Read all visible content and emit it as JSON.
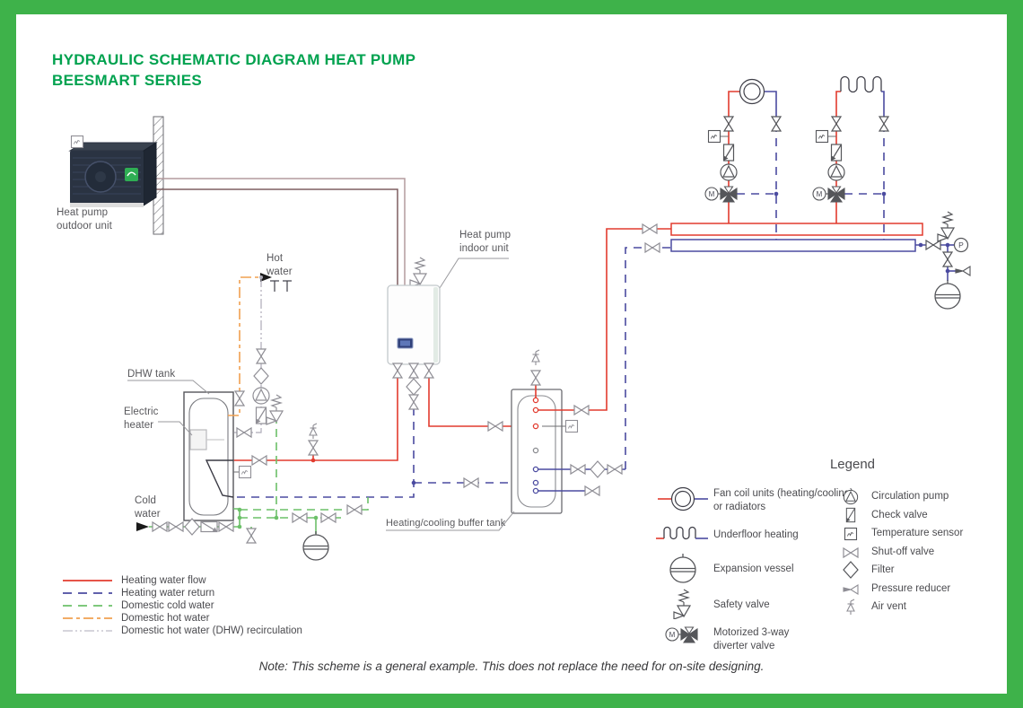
{
  "title": {
    "line1": "HYDRAULIC SCHEMATIC DIAGRAM HEAT PUMP",
    "line2": "BEESMART SERIES"
  },
  "diagram": {
    "labels": {
      "outdoor_unit": "Heat pump outdoor unit",
      "indoor_unit": "Heat pump indoor unit",
      "hot_water": "Hot water",
      "cold_water": "Cold water",
      "dhw_tank": "DHW tank",
      "electric_heater": "Electric heater",
      "buffer_tank": "Heating/cooling buffer tank"
    }
  },
  "symbols": {
    "motor_letter": "M",
    "gauge_letter": "P"
  },
  "legend": {
    "title": "Legend",
    "left": [
      {
        "id": "fan-coil",
        "label": "Fan coil units (heating/cooling) or radiators"
      },
      {
        "id": "underfloor-heating",
        "label": "Underfloor heating"
      },
      {
        "id": "expansion-vessel",
        "label": "Expansion vessel"
      },
      {
        "id": "safety-valve",
        "label": "Safety valve"
      },
      {
        "id": "motorized-3way-valve",
        "label": "Motorized 3-way diverter valve"
      }
    ],
    "right": [
      {
        "id": "circulation-pump",
        "label": "Circulation pump"
      },
      {
        "id": "check-valve",
        "label": "Check valve"
      },
      {
        "id": "temperature-sensor",
        "label": "Temperature sensor"
      },
      {
        "id": "shut-off-valve",
        "label": "Shut-off valve"
      },
      {
        "id": "filter",
        "label": "Filter"
      },
      {
        "id": "pressure-reducer",
        "label": "Pressure reducer"
      },
      {
        "id": "air-vent",
        "label": "Air vent"
      }
    ]
  },
  "line_legend": [
    {
      "label": "Heating water flow",
      "color": "#E23B2E",
      "style": "solid"
    },
    {
      "label": "Heating water return",
      "color": "#4B4BA0",
      "style": "dashed"
    },
    {
      "label": "Domestic cold water",
      "color": "#6CC069",
      "style": "dashed"
    },
    {
      "label": "Domestic hot water",
      "color": "#F0A050",
      "style": "dashdot"
    },
    {
      "label": "Domestic hot water (DHW) recirculation",
      "color": "#ADABB8",
      "style": "fine"
    }
  ],
  "note": "Note: This scheme is a general example. This does not replace the need for on-site designing.",
  "colors": {
    "frame": "#3EB24A",
    "title": "#00A24F",
    "heating_flow": "#E23B2E",
    "heating_return": "#4B4BA0",
    "cold_water": "#6CC069",
    "hot_water": "#F0A050",
    "dhw_recirculation": "#ADABB8"
  }
}
